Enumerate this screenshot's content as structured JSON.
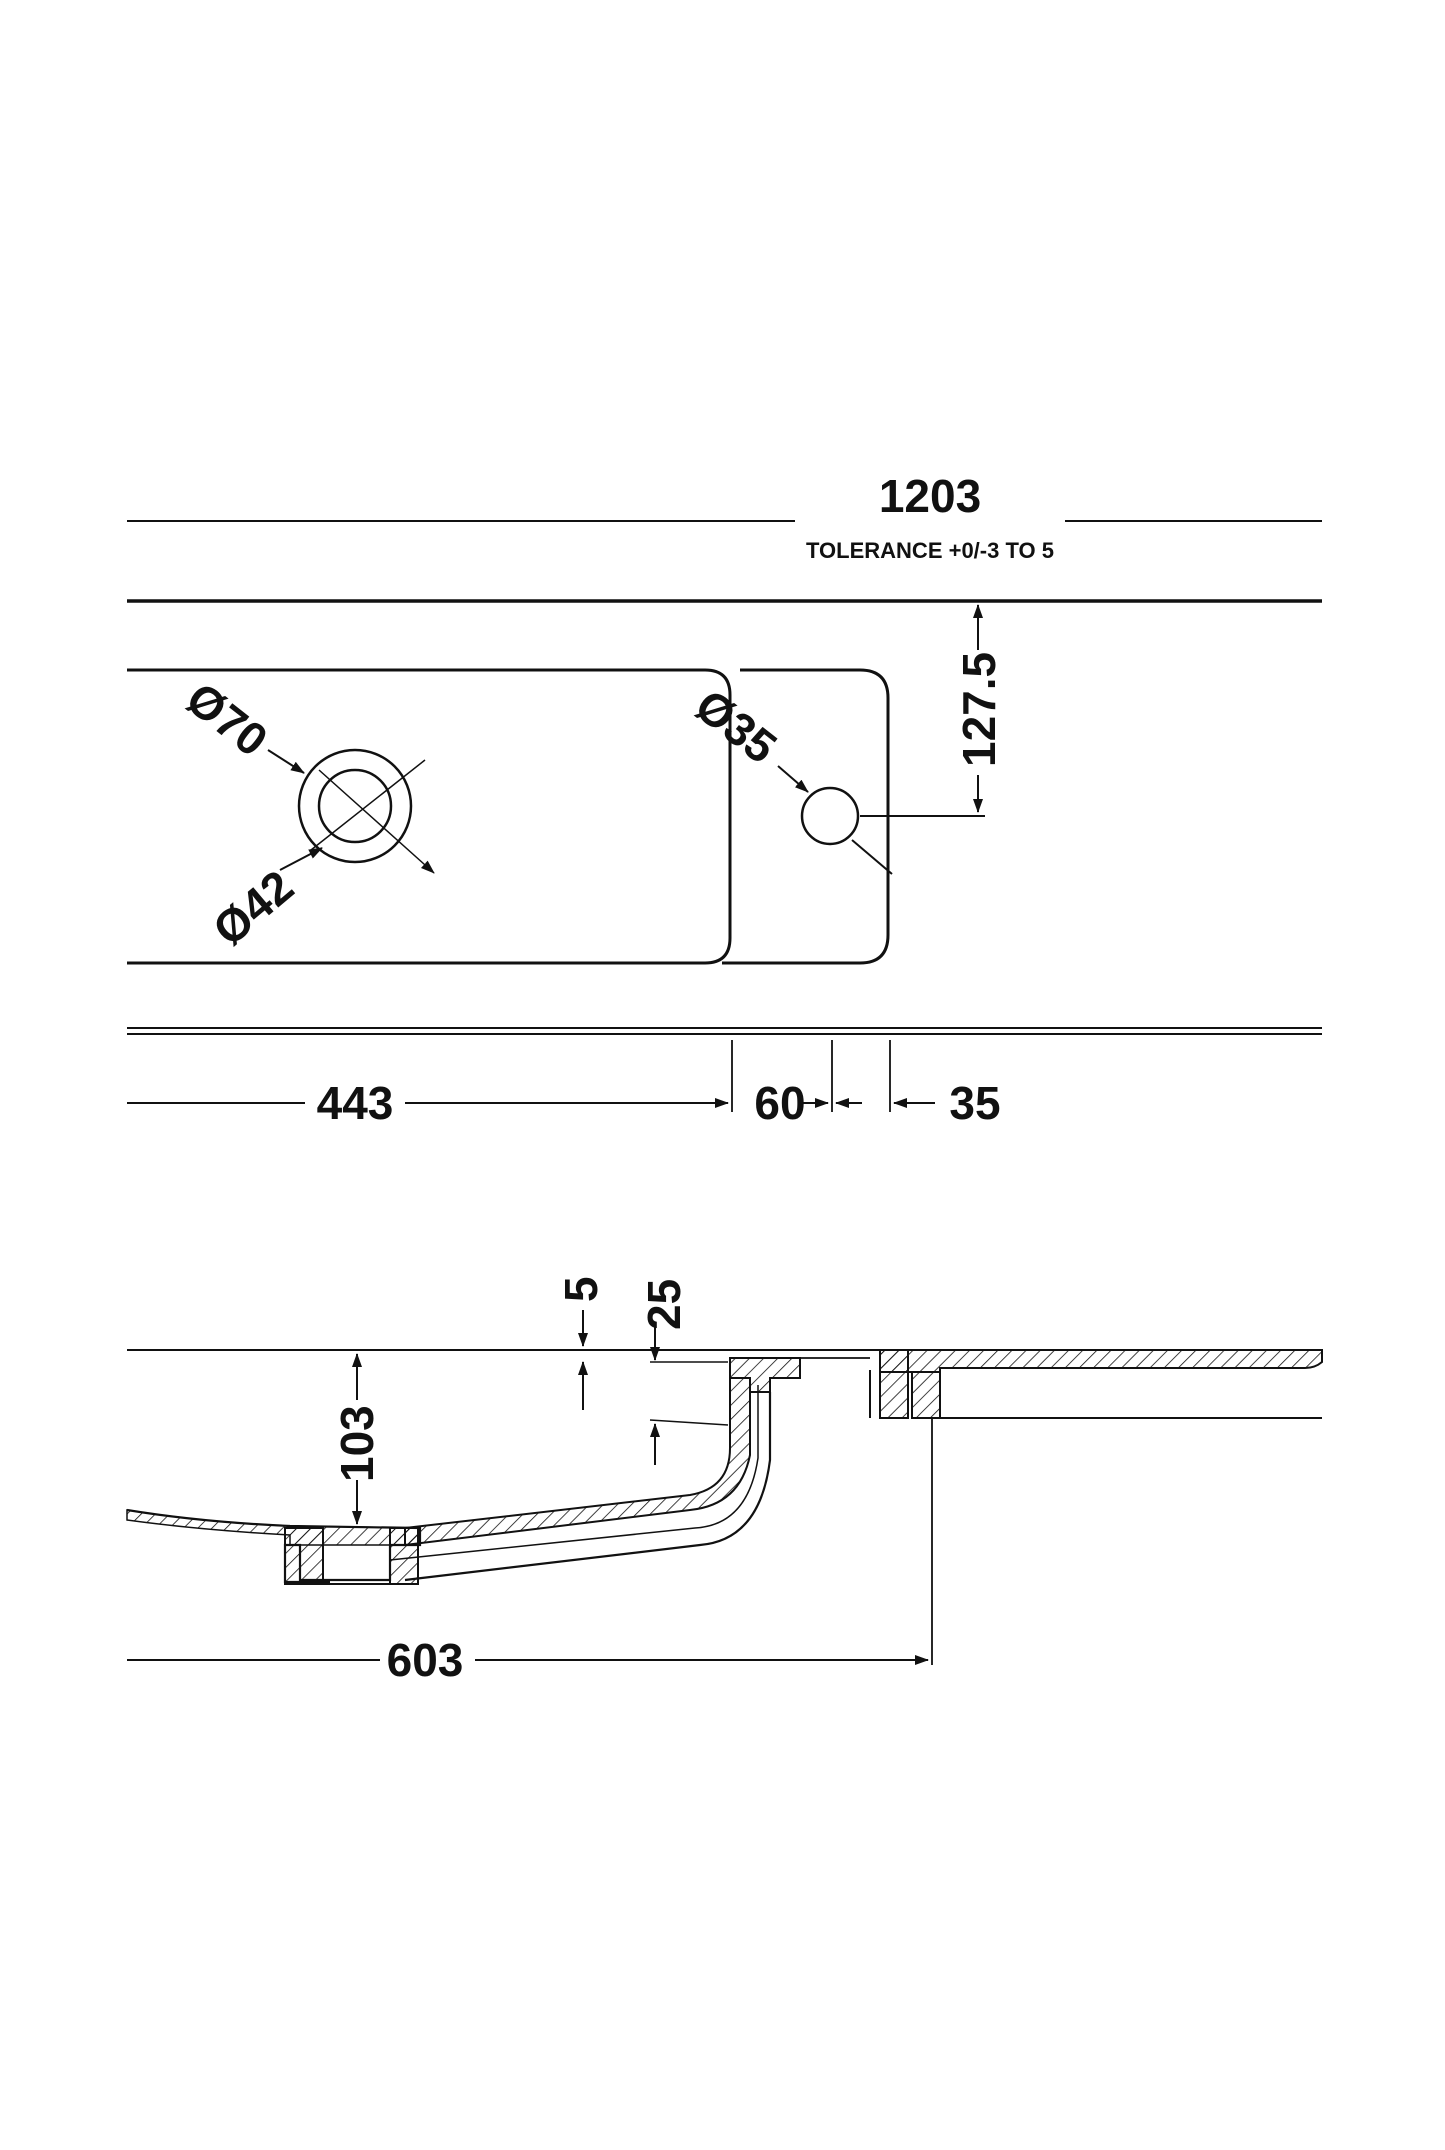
{
  "plan_view": {
    "overall_length": "1203",
    "tolerance_note": "TOLERANCE +0/-3 TO 5",
    "depth_to_tap_hole": "127.5",
    "waste_outer_diameter": "Ø70",
    "waste_inner_diameter": "Ø42",
    "tap_hole_diameter": "Ø35",
    "waste_offset": "443",
    "bowl_gap": "60",
    "tap_offset": "35"
  },
  "section_view": {
    "rim_thickness": "5",
    "lip_drop": "25",
    "bowl_depth": "103",
    "overall_depth": "603"
  },
  "colors": {
    "line": "#111111",
    "background": "#ffffff"
  }
}
